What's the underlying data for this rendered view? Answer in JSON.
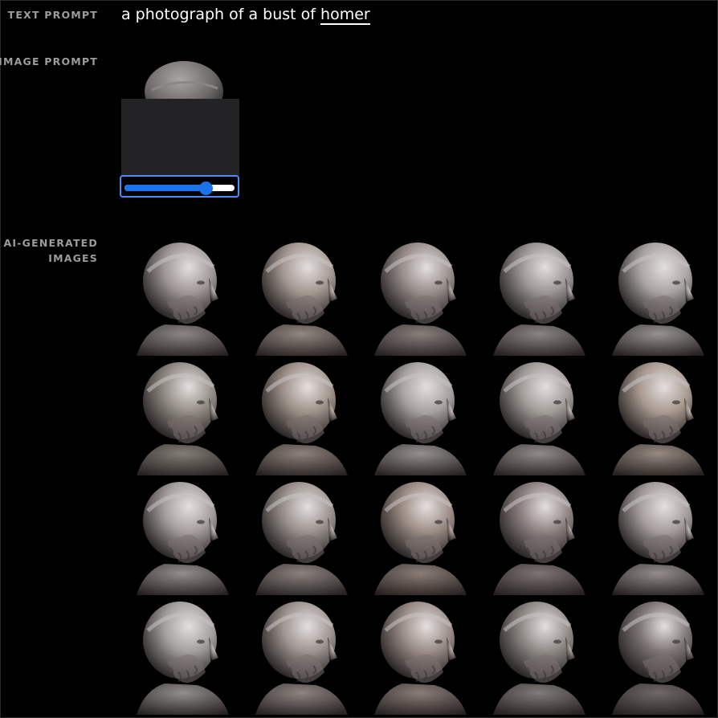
{
  "labels": {
    "text_prompt": "TEXT PROMPT",
    "image_prompt": "IMAGE PROMPT",
    "ai_generated_line1": "AI-GENERATED",
    "ai_generated_line2": "IMAGES"
  },
  "prompt": {
    "prefix": "a photograph of a bust of ",
    "keyword": "homer"
  },
  "image_prompt": {
    "slider_value": 0.74
  },
  "colors": {
    "accent": "#1a73e8",
    "focus_ring": "#4a8cf7",
    "background": "#000000",
    "label": "#9c9c9c"
  },
  "generated_images": {
    "rows": 4,
    "columns": 5,
    "count": 20
  }
}
